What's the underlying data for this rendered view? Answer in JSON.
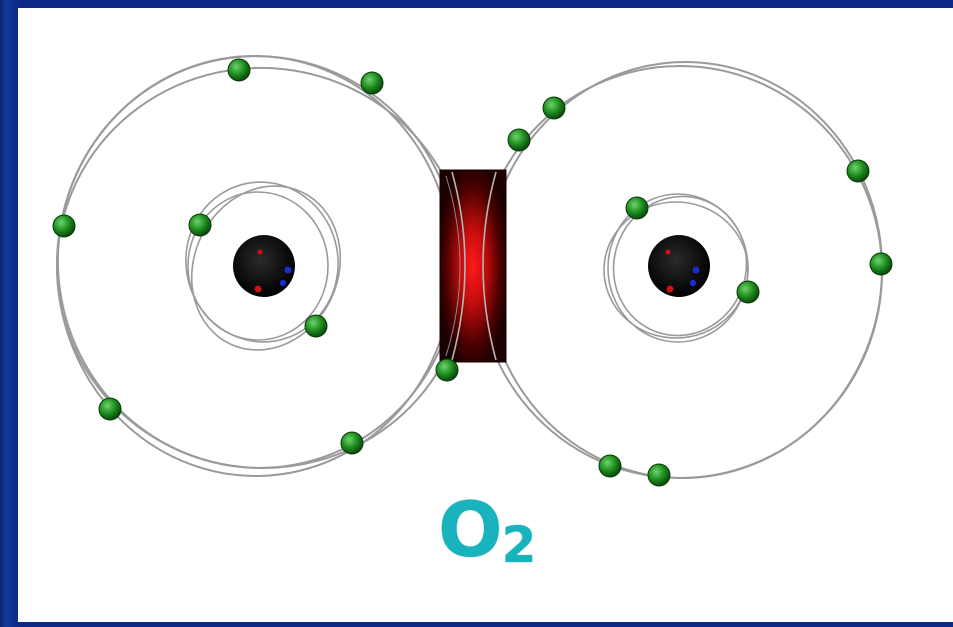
{
  "molecule": {
    "formula_symbol": "O",
    "formula_subscript": "2"
  },
  "colors": {
    "background_blue": "#0a2a86",
    "panel": "#ffffff",
    "orbit": "#9a9a9a",
    "electron": "#1e8f1e",
    "nucleus": "#000000",
    "proton": "#cc1111",
    "neutron": "#1a2ccc",
    "shared_bond": "#ff1a1a",
    "formula_text": "#18b3bc"
  },
  "left_atom": {
    "electrons_inner_shell": 2,
    "electrons_outer_shell": 6
  },
  "right_atom": {
    "electrons_inner_shell": 2,
    "electrons_outer_shell": 6
  },
  "shared_bond": {
    "shared_electrons": 2
  }
}
